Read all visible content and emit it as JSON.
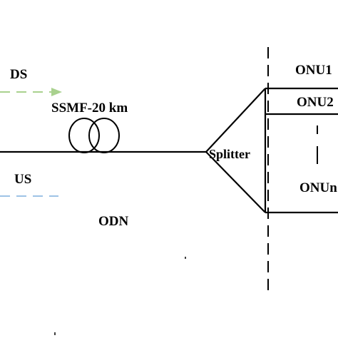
{
  "labels": {
    "ds": "DS",
    "fiber": "SSMF-20 km",
    "us": "US",
    "odn": "ODN",
    "splitter": "Splitter",
    "onu1": "ONU1",
    "onu2": "ONU2",
    "onun": "ONUn"
  },
  "colors": {
    "line": "#000000",
    "ds_arrow": "#a9d18e",
    "us_arrow": "#9dc3e6",
    "background": "#ffffff"
  }
}
